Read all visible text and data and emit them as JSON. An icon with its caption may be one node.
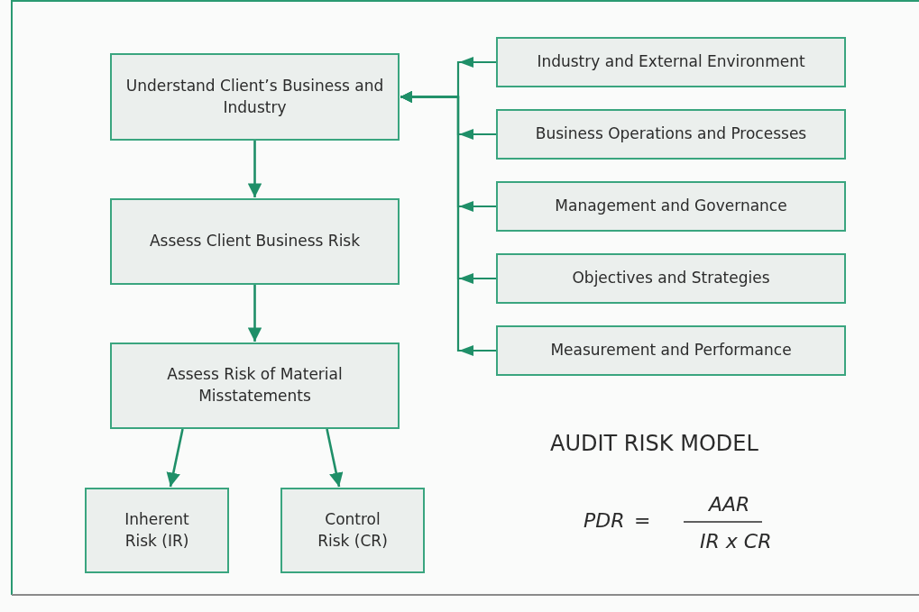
{
  "diagram": {
    "nodes": [
      {
        "text": [
          "Understand Client’s Business and Industry"
        ]
      },
      {
        "text": [
          "Assess Client Business Risk"
        ]
      },
      {
        "text": [
          "Assess Risk of Material Misstatements"
        ]
      },
      {
        "text": [
          "Inherent Risk (IR)"
        ]
      },
      {
        "text": [
          "Control Risk (CR)"
        ]
      },
      {
        "text": [
          "Industry and External Environment"
        ]
      },
      {
        "text": [
          "Business Operations and Processes"
        ]
      },
      {
        "text": [
          "Management and Governance"
        ]
      },
      {
        "text": [
          "Objectives and Strategies"
        ]
      },
      {
        "text": [
          "Measurement and Performance"
        ]
      }
    ],
    "edges": [
      {
        "from": 0,
        "to": 1,
        "arrow": "to"
      },
      {
        "from": 1,
        "to": 2,
        "arrow": "to"
      },
      {
        "from": 2,
        "to": 3,
        "arrow": "to"
      },
      {
        "from": 2,
        "to": 4,
        "arrow": "to"
      },
      {
        "from": 5,
        "to": 0,
        "arrow": "to"
      },
      {
        "from": 6,
        "to": 0,
        "arrow": "to"
      },
      {
        "from": 7,
        "to": 0,
        "arrow": "to"
      },
      {
        "from": 8,
        "to": 0,
        "arrow": "to"
      },
      {
        "from": 9,
        "to": 0,
        "arrow": "to"
      }
    ],
    "labels": [
      "AUDIT RISK MODEL",
      "PDR",
      "=",
      "AAR",
      "IR x CR"
    ]
  }
}
